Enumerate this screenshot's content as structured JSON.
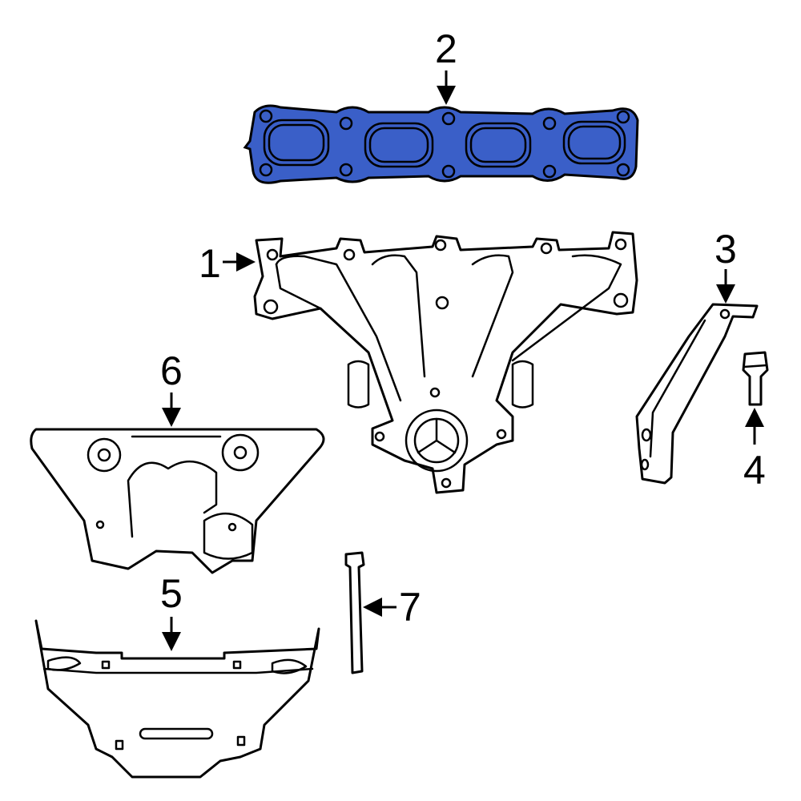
{
  "callouts": [
    {
      "number": "1",
      "part": "exhaust-manifold"
    },
    {
      "number": "2",
      "part": "exhaust-manifold-gasket"
    },
    {
      "number": "3",
      "part": "manifold-bracket"
    },
    {
      "number": "4",
      "part": "bracket-bolt"
    },
    {
      "number": "5",
      "part": "lower-heat-shield"
    },
    {
      "number": "6",
      "part": "upper-heat-shield"
    },
    {
      "number": "7",
      "part": "manifold-stud"
    }
  ],
  "colors": {
    "highlight": "#3a5fc8",
    "outline": "#000000",
    "background": "#ffffff"
  }
}
